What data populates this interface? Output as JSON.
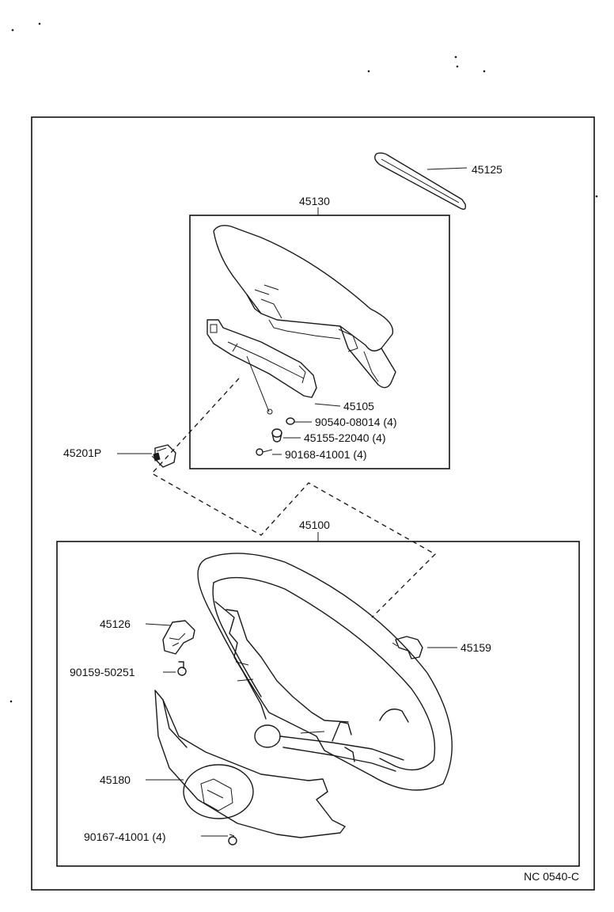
{
  "diagram": {
    "code": "NC 0540-C",
    "parts": {
      "p45125": "45125",
      "p45130": "45130",
      "p45105": "45105",
      "p90540": "90540-08014 (4)",
      "p45155": "45155-22040 (4)",
      "p90168": "90168-41001 (4)",
      "p45201": "45201P",
      "p45100": "45100",
      "p45126": "45126",
      "p45159": "45159",
      "p90159": "90159-50251",
      "p45180": "45180",
      "p90167": "90167-41001 (4)"
    }
  }
}
